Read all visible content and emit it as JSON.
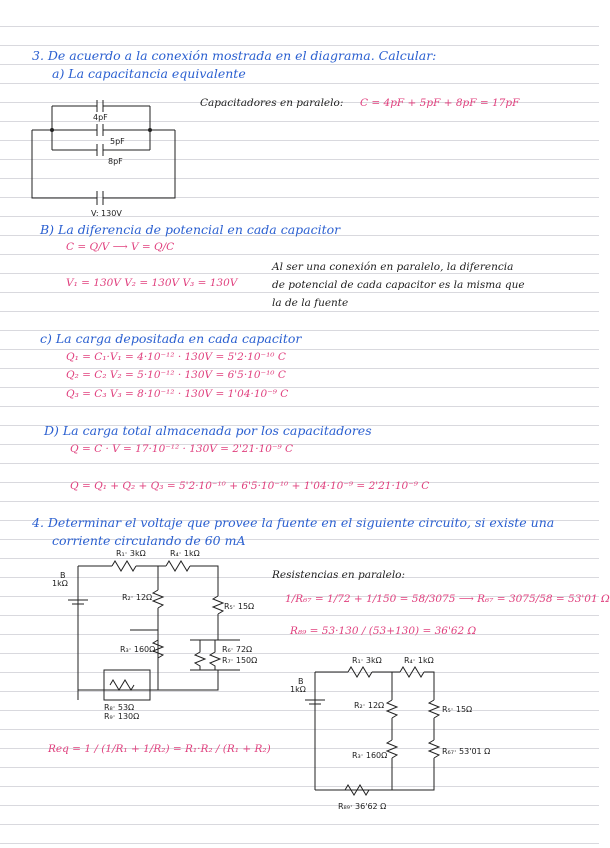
{
  "colors": {
    "heading": "#2a5fd0",
    "equation": "#e0407e",
    "ink": "#1e1e1e",
    "lines": "#d9d9de"
  },
  "q3": {
    "heading": "3. De acuerdo a la conexión mostrada en el diagrama. Calcular:",
    "a": {
      "title": "a) La capacitancia equivalente",
      "note": "Capacitadores en paralelo:",
      "eq": "C = 4pF + 5pF + 8pF = 17pF",
      "diagram": {
        "c1": "4pF",
        "c2": "5pF",
        "c3": "8pF",
        "v": "V: 130V"
      }
    },
    "b": {
      "title": "B) La diferencia de potencial en cada capacitor",
      "formula": "C = Q/V  ⟶  V = Q/C",
      "values": "V₁ = 130V    V₂ = 130V    V₃ = 130V",
      "note1": "Al ser una conexión en paralelo, la diferencia",
      "note2": "de potencial de cada capacitor es la misma que",
      "note3": "la de la fuente"
    },
    "c": {
      "title": "c) La carga depositada en cada capacitor",
      "l1": "Q₁ = C₁·V₁ = 4·10⁻¹² · 130V = 5'2·10⁻¹⁰ C",
      "l2": "Q₂ = C₂ V₂ = 5·10⁻¹² · 130V = 6'5·10⁻¹⁰ C",
      "l3": "Q₃ = C₃ V₃ = 8·10⁻¹² · 130V = 1'04·10⁻⁹ C"
    },
    "d": {
      "title": "D) La carga total almacenada por los capacitadores",
      "l1": "Q = C · V = 17·10⁻¹² · 130V = 2'21·10⁻⁹ C",
      "l2": "Q = Q₁ + Q₂ + Q₃ = 5'2·10⁻¹⁰ + 6'5·10⁻¹⁰ + 1'04·10⁻⁹ = 2'21·10⁻⁹ C"
    }
  },
  "q4": {
    "heading1": "4. Determinar el voltaje que provee la fuente en el siguiente circuito, si existe una",
    "heading2": "corriente circulando de 60 mA",
    "circuit1": {
      "b": "B",
      "r_src": "1kΩ",
      "r1": "R₁· 3kΩ",
      "r4": "R₄· 1kΩ",
      "r2": "R₂· 12Ω",
      "r5": "R₅· 15Ω",
      "r3": "R₃· 160Ω",
      "r6": "R₆· 72Ω",
      "r7": "R₇· 150Ω",
      "r8": "R₈· 53Ω",
      "r9": "R₉· 130Ω"
    },
    "parallel_title": "Resistencias en paralelo:",
    "parallel_eq": "1/R₆₇ = 1/72 + 1/150 = 58/3075  ⟶  R₆₇ = 3075/58 = 53'01 Ω",
    "r89_eq": "R₈₉ = 53·130 / (53+130) = 36'62 Ω",
    "req_eq": "Req = 1 / (1/R₁ + 1/R₂) = R₁·R₂ / (R₁ + R₂)",
    "circuit2": {
      "b": "B",
      "r_src": "1kΩ",
      "r1": "R₁· 3kΩ",
      "r4": "R₄· 1kΩ",
      "r2": "R₂· 12Ω",
      "r5": "R₅· 15Ω",
      "r3": "R₃· 160Ω",
      "r67": "R₆₇· 53'01 Ω",
      "r89": "R₈₉· 36'62 Ω"
    }
  }
}
